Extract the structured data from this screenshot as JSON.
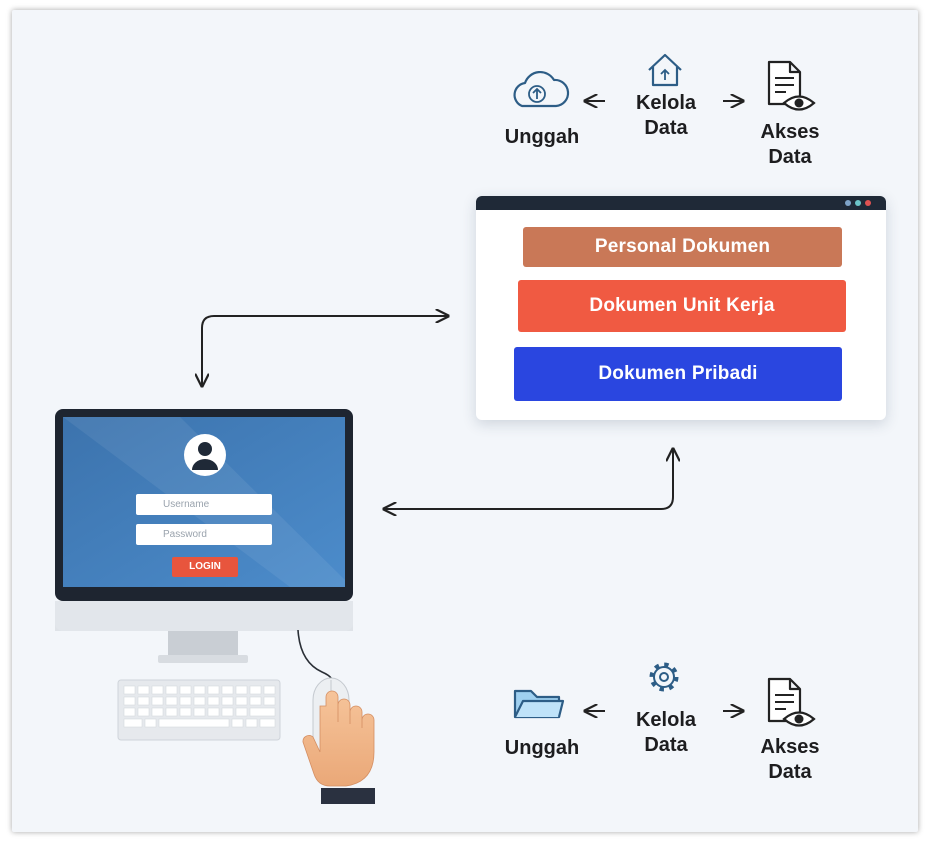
{
  "top_flow": {
    "upload_label": "Unggah",
    "manage_line1": "Kelola",
    "manage_line2": "Data",
    "access_line1": "Akses",
    "access_line2": "Data",
    "upload_icon": "cloud-upload-icon",
    "manage_icon": "home-icon",
    "access_icon": "document-eye-icon"
  },
  "bottom_flow": {
    "upload_label": "Unggah",
    "manage_line1": "Kelola",
    "manage_line2": "Data",
    "access_line1": "Akses",
    "access_line2": "Data",
    "upload_icon": "folder-icon",
    "manage_icon": "gear-icon",
    "access_icon": "document-eye-icon"
  },
  "document_panel": {
    "buttons": [
      {
        "label": "Personal Dokumen",
        "color": "#c97857"
      },
      {
        "label": "Dokumen Unit Kerja",
        "color": "#f05a42"
      },
      {
        "label": "Dokumen Pribadi",
        "color": "#2a46e0"
      }
    ],
    "window_dots": [
      "#7ea3c8",
      "#6cc4c9",
      "#e05252"
    ]
  },
  "login": {
    "username_placeholder": "Username",
    "password_placeholder": "Password",
    "button_label": "LOGIN"
  },
  "colors": {
    "screen_blue": "#3e7ab8",
    "arrow": "#222222",
    "icon_blue": "#2d5d86"
  }
}
